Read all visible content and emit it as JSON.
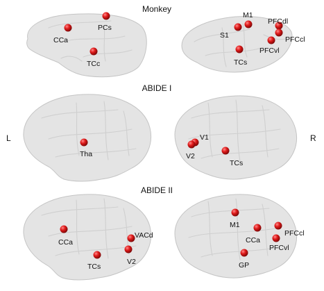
{
  "rows": [
    {
      "title": "Monkey",
      "left": [
        {
          "label": "CCa",
          "color": "#e01b1b"
        },
        {
          "label": "PCs",
          "color": "#e01b1b"
        },
        {
          "label": "TCc",
          "color": "#e01b1b"
        }
      ],
      "right": [
        {
          "label": "M1",
          "color": "#e01b1b"
        },
        {
          "label": "S1",
          "color": "#e01b1b"
        },
        {
          "label": "PFCdl",
          "color": "#e01b1b"
        },
        {
          "label": "PFCcl",
          "color": "#e01b1b"
        },
        {
          "label": "PFCvl",
          "color": "#e01b1b"
        },
        {
          "label": "TCs",
          "color": "#e01b1b"
        }
      ]
    },
    {
      "title": "ABIDE I",
      "left": [
        {
          "label": "Tha",
          "color": "#e01b1b"
        }
      ],
      "right": [
        {
          "label": "V1",
          "color": "#e01b1b"
        },
        {
          "label": "V2",
          "color": "#e01b1b"
        },
        {
          "label": "TCs",
          "color": "#e01b1b"
        }
      ]
    },
    {
      "title": "ABIDE II",
      "left": [
        {
          "label": "CCa",
          "color": "#e01b1b"
        },
        {
          "label": "VACd",
          "color": "#e01b1b"
        },
        {
          "label": "V2",
          "color": "#e01b1b"
        },
        {
          "label": "TCs",
          "color": "#e01b1b"
        }
      ],
      "right": [
        {
          "label": "M1",
          "color": "#e01b1b"
        },
        {
          "label": "PFCcl",
          "color": "#e01b1b"
        },
        {
          "label": "CCa",
          "color": "#e01b1b"
        },
        {
          "label": "PFCvl",
          "color": "#e01b1b"
        },
        {
          "label": "GP",
          "color": "#e01b1b"
        }
      ]
    }
  ],
  "side_labels": {
    "left": "L",
    "right": "R"
  }
}
